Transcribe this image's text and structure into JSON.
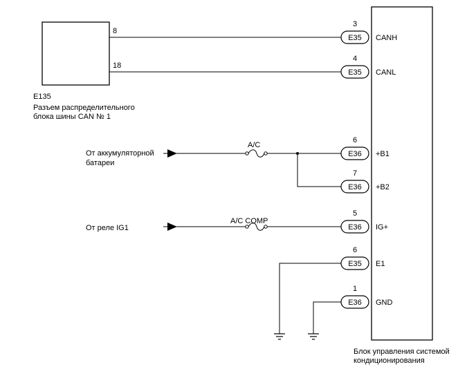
{
  "connector_block": {
    "id": "E135",
    "name_line1": "Разъем распределительного",
    "name_line2": "блока шины CAN № 1",
    "pin_canh": "8",
    "pin_canl": "18"
  },
  "ecu": {
    "name_line1": "Блок управления системой",
    "name_line2": "кондиционирования"
  },
  "pins": [
    {
      "num": "3",
      "conn": "E35",
      "sig": "CANH"
    },
    {
      "num": "4",
      "conn": "E35",
      "sig": "CANL"
    },
    {
      "num": "6",
      "conn": "E36",
      "sig": "+B1"
    },
    {
      "num": "7",
      "conn": "E36",
      "sig": "+B2"
    },
    {
      "num": "5",
      "conn": "E36",
      "sig": "IG+"
    },
    {
      "num": "6",
      "conn": "E35",
      "sig": "E1"
    },
    {
      "num": "1",
      "conn": "E36",
      "sig": "GND"
    }
  ],
  "sources": {
    "battery_line1": "От аккумуляторной",
    "battery_line2": "батареи",
    "ig1": "От реле IG1"
  },
  "fuses": {
    "ac": "A/C",
    "ac_comp": "A/C COMP"
  }
}
